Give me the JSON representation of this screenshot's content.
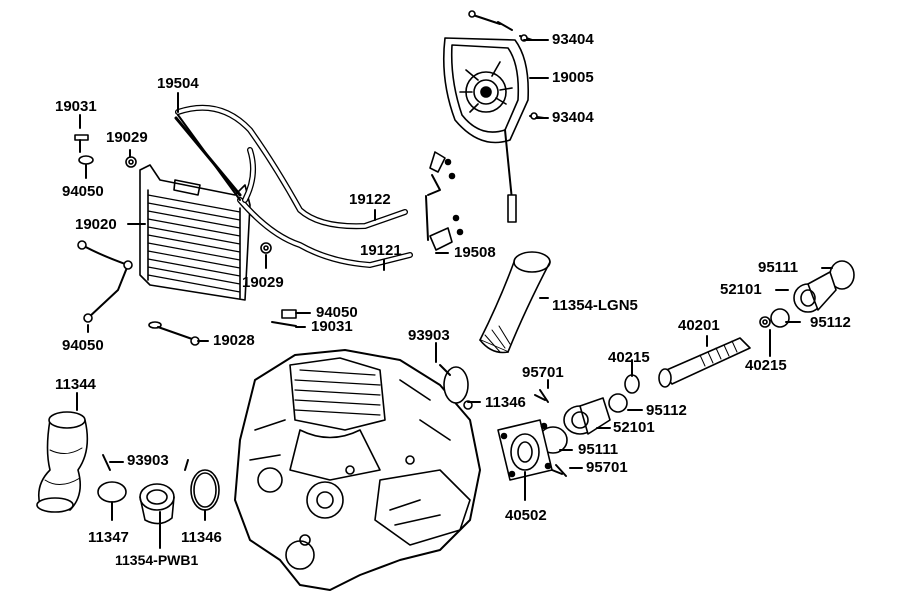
{
  "labels": {
    "p93404_top": "93404",
    "p19005": "19005",
    "p93404_mid": "93404",
    "p19504": "19504",
    "p19031_top": "19031",
    "p19029_top": "19029",
    "p94050_top": "94050",
    "p19020": "19020",
    "p19122": "19122",
    "p19121": "19121",
    "p19508": "19508",
    "p19029_bot": "19029",
    "p94050_mid": "94050",
    "p19031_bot": "19031",
    "p94050_left": "94050",
    "p19028": "19028",
    "p11354_lgn5": "11354-LGN5",
    "p95111_r": "95111",
    "p52101_r": "52101",
    "p95112_r": "95112",
    "p40201": "40201",
    "p40215_a": "40215",
    "p40215_b": "40215",
    "p93903_mid": "93903",
    "p11346_mid": "11346",
    "p95701_a": "95701",
    "p95112_m": "95112",
    "p52101_m": "52101",
    "p95111_m": "95111",
    "p95701_b": "95701",
    "p40502": "40502",
    "p11344": "11344",
    "p93903_low": "93903",
    "p11347": "11347",
    "p11346_low": "11346",
    "p11354_pwb1": "11354-PWB1"
  }
}
